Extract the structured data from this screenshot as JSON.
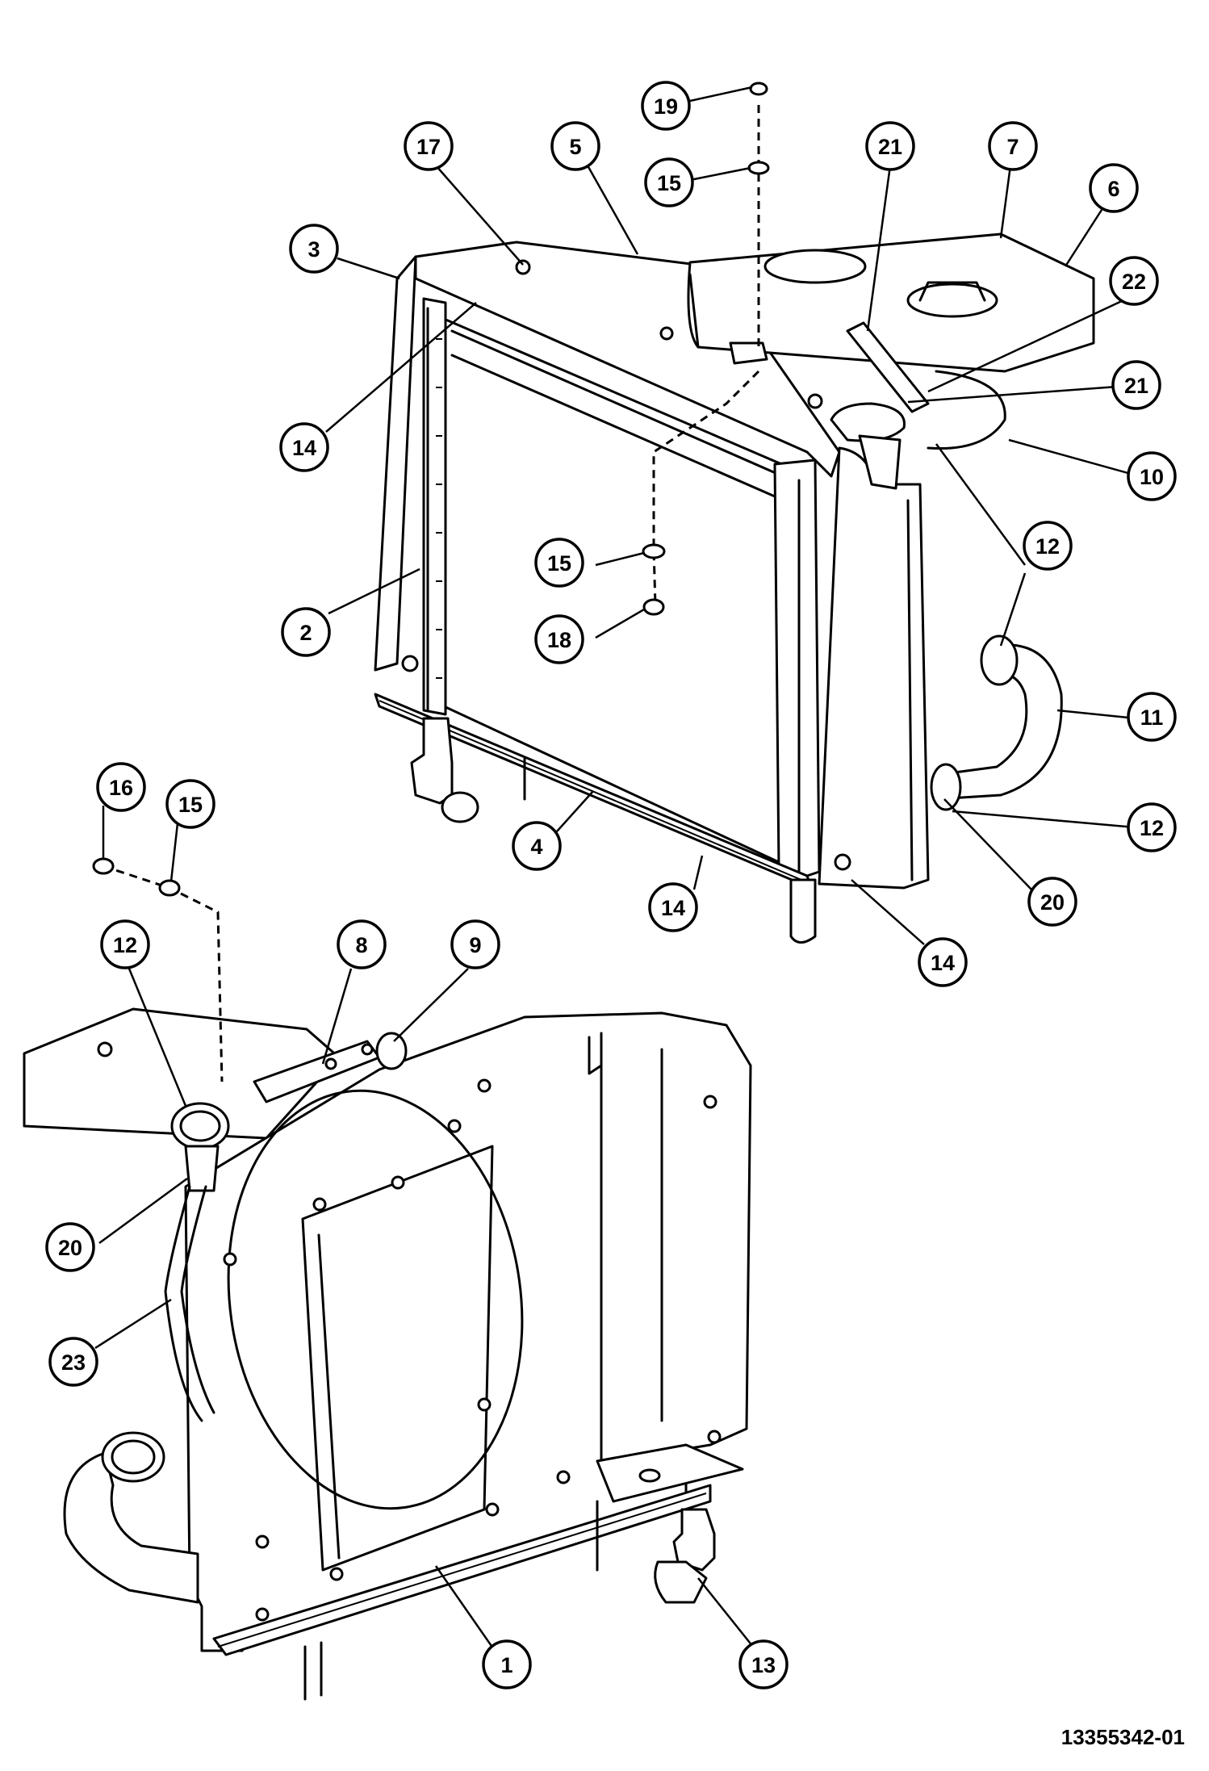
{
  "figure_id": "13355342-01",
  "callouts": [
    {
      "label": "19"
    },
    {
      "label": "15"
    },
    {
      "label": "17"
    },
    {
      "label": "5"
    },
    {
      "label": "21"
    },
    {
      "label": "7"
    },
    {
      "label": "6"
    },
    {
      "label": "3"
    },
    {
      "label": "22"
    },
    {
      "label": "21"
    },
    {
      "label": "14"
    },
    {
      "label": "10"
    },
    {
      "label": "12"
    },
    {
      "label": "15"
    },
    {
      "label": "2"
    },
    {
      "label": "18"
    },
    {
      "label": "11"
    },
    {
      "label": "16"
    },
    {
      "label": "15"
    },
    {
      "label": "12"
    },
    {
      "label": "4"
    },
    {
      "label": "20"
    },
    {
      "label": "14"
    },
    {
      "label": "14"
    },
    {
      "label": "12"
    },
    {
      "label": "8"
    },
    {
      "label": "9"
    },
    {
      "label": "20"
    },
    {
      "label": "23"
    },
    {
      "label": "1"
    },
    {
      "label": "13"
    }
  ]
}
